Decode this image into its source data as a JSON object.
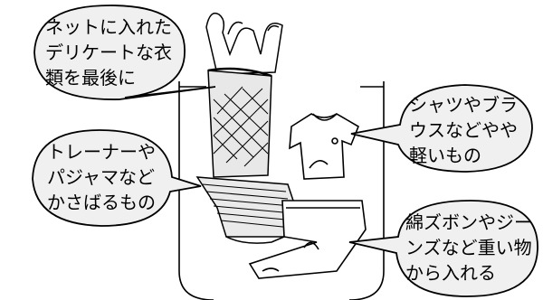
{
  "bubbles": {
    "delicate": {
      "lines": [
        "ネットに入れた",
        "デリケートな衣",
        "類を最後に"
      ]
    },
    "shirts": {
      "lines": [
        "シャツやブラ",
        "ウスなどやや",
        "軽いもの"
      ]
    },
    "trainers": {
      "lines": [
        "トレーナーや",
        "パジャマなど",
        "かさばるもの"
      ]
    },
    "heavy": {
      "lines": [
        "綿ズボンやジー",
        "ンズなど重い物",
        "から入れる"
      ]
    }
  }
}
